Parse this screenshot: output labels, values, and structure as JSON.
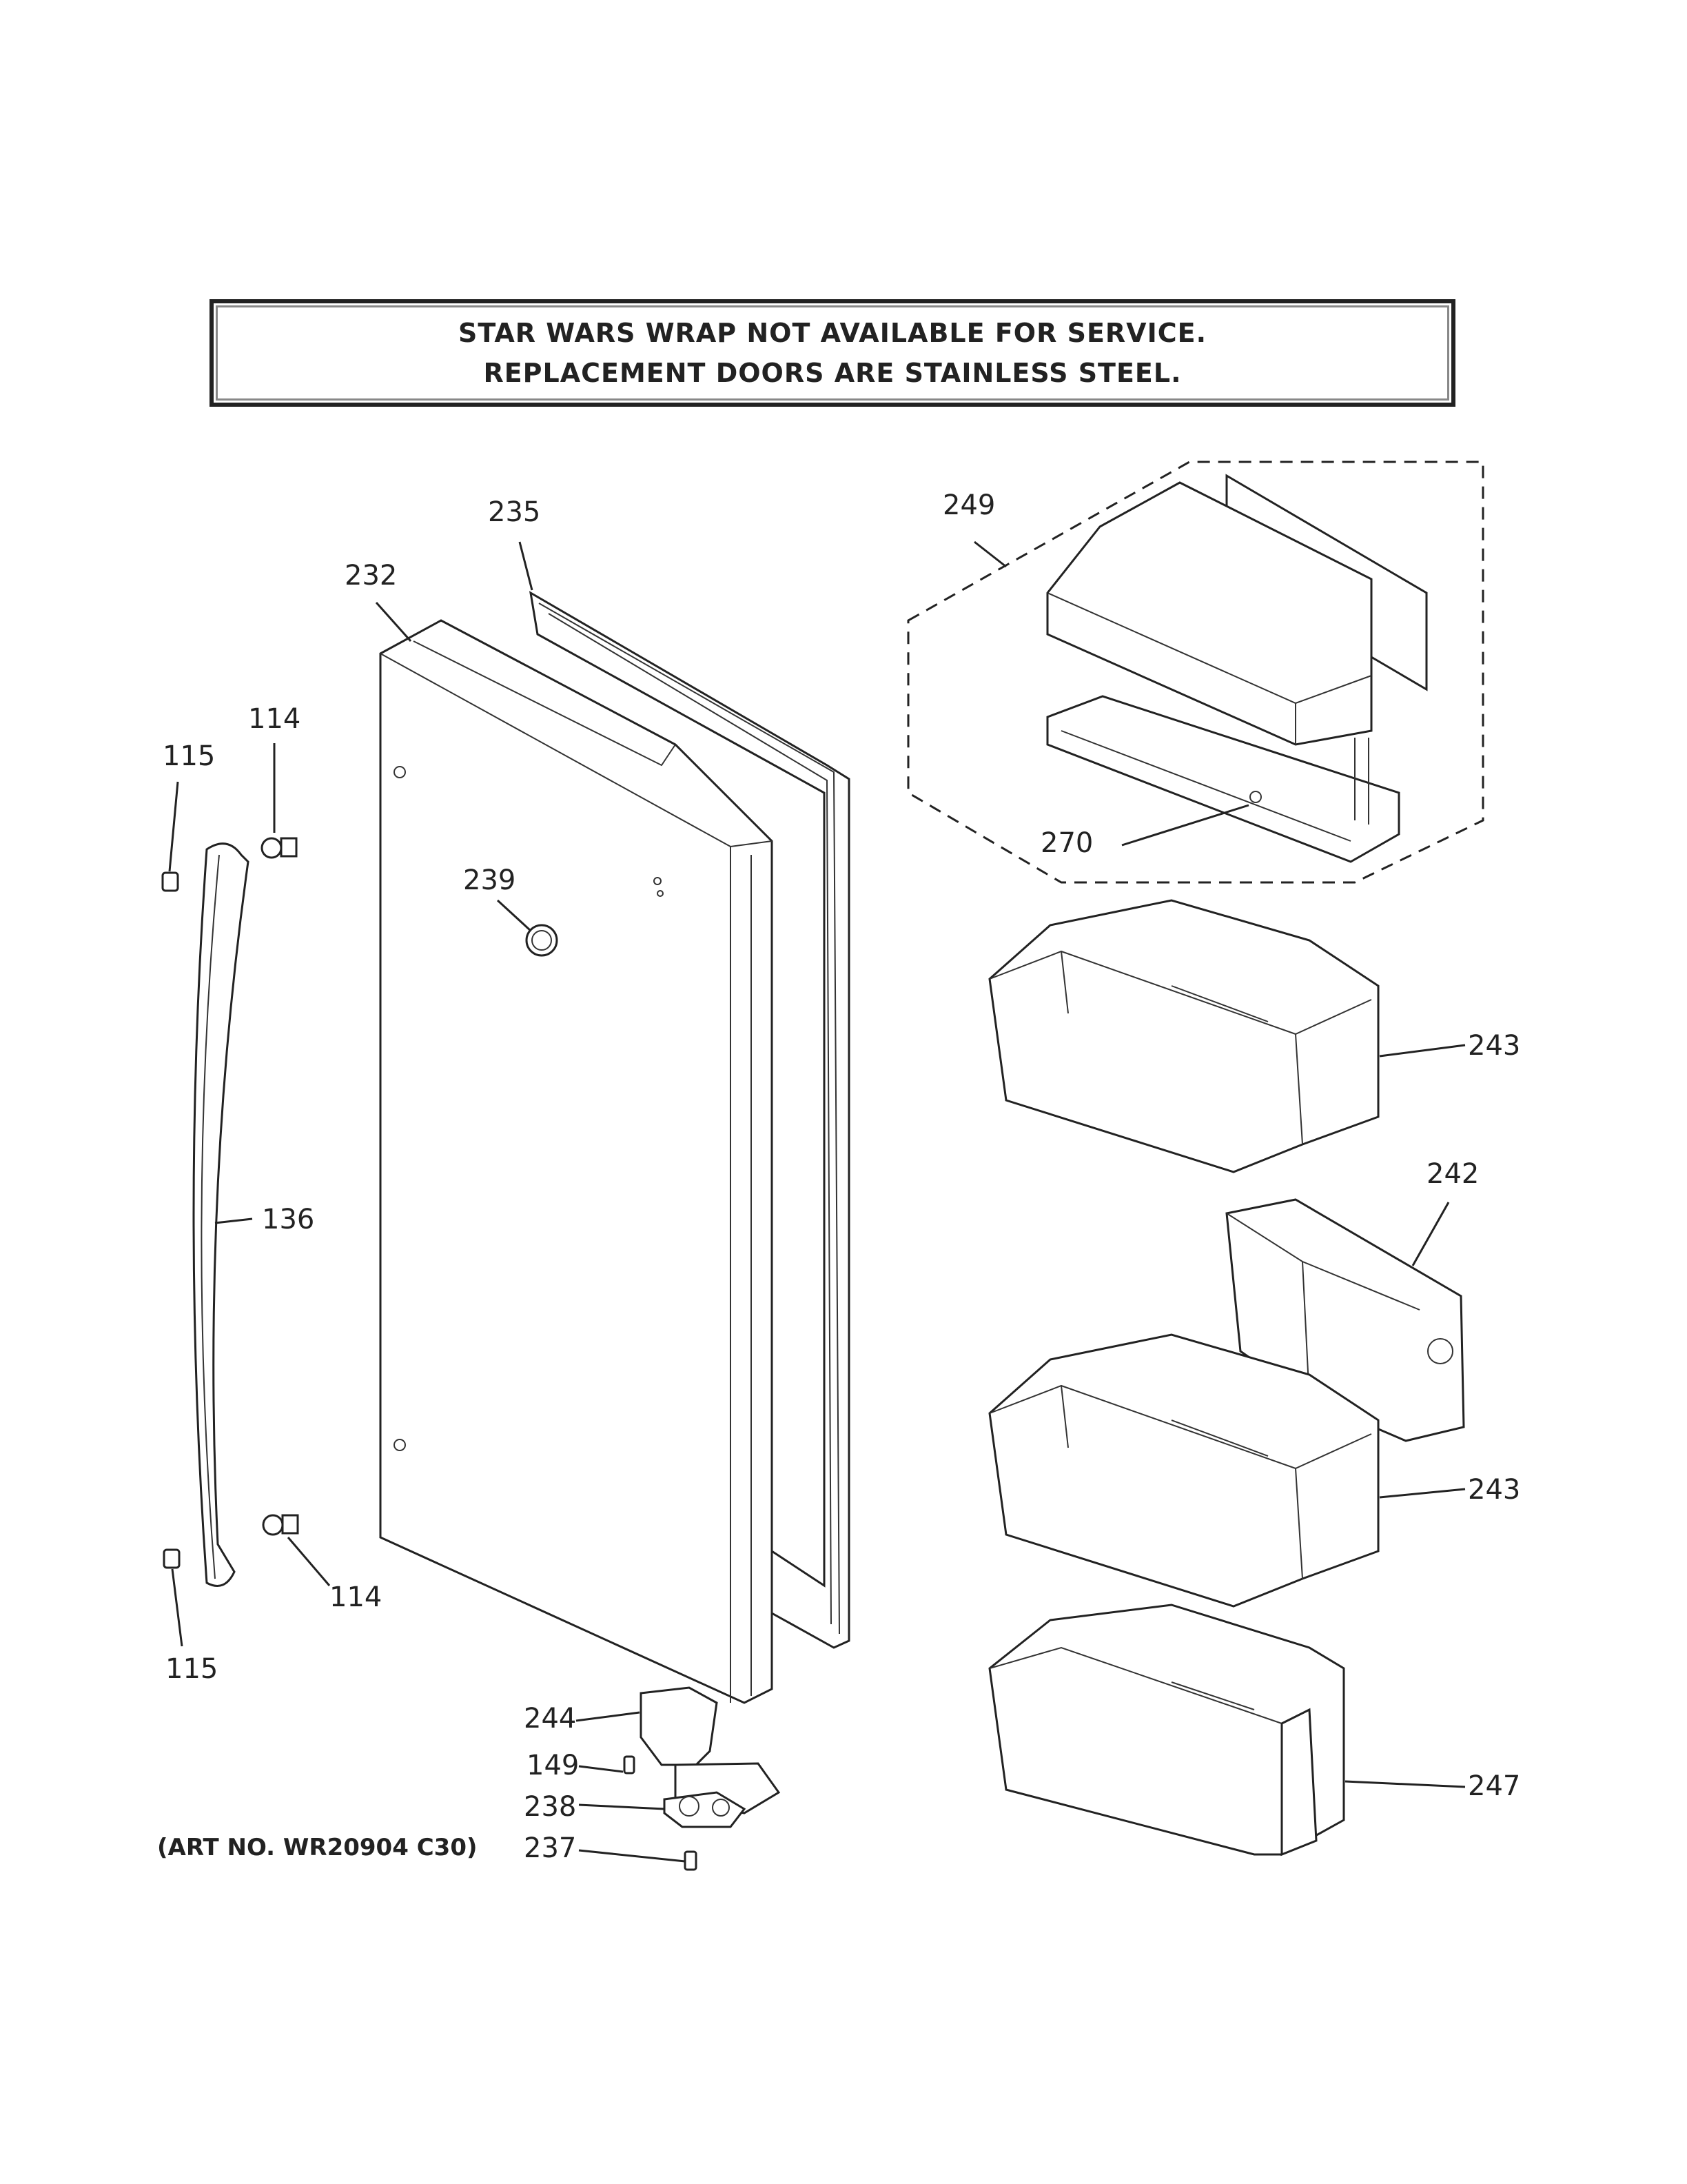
{
  "notice": {
    "line1": "STAR WARS WRAP NOT AVAILABLE FOR SERVICE.",
    "line2": "REPLACEMENT DOORS ARE STAINLESS STEEL."
  },
  "art_number": "(ART NO. WR20904 C30)",
  "callouts": {
    "c235": "235",
    "c232": "232",
    "c249": "249",
    "c114_top": "114",
    "c115_top": "115",
    "c239": "239",
    "c270": "270",
    "c243_top": "243",
    "c136": "136",
    "c242": "242",
    "c243_bottom": "243",
    "c114_bottom": "114",
    "c115_bottom": "115",
    "c244": "244",
    "c149": "149",
    "c238": "238",
    "c237": "237",
    "c247": "247"
  }
}
